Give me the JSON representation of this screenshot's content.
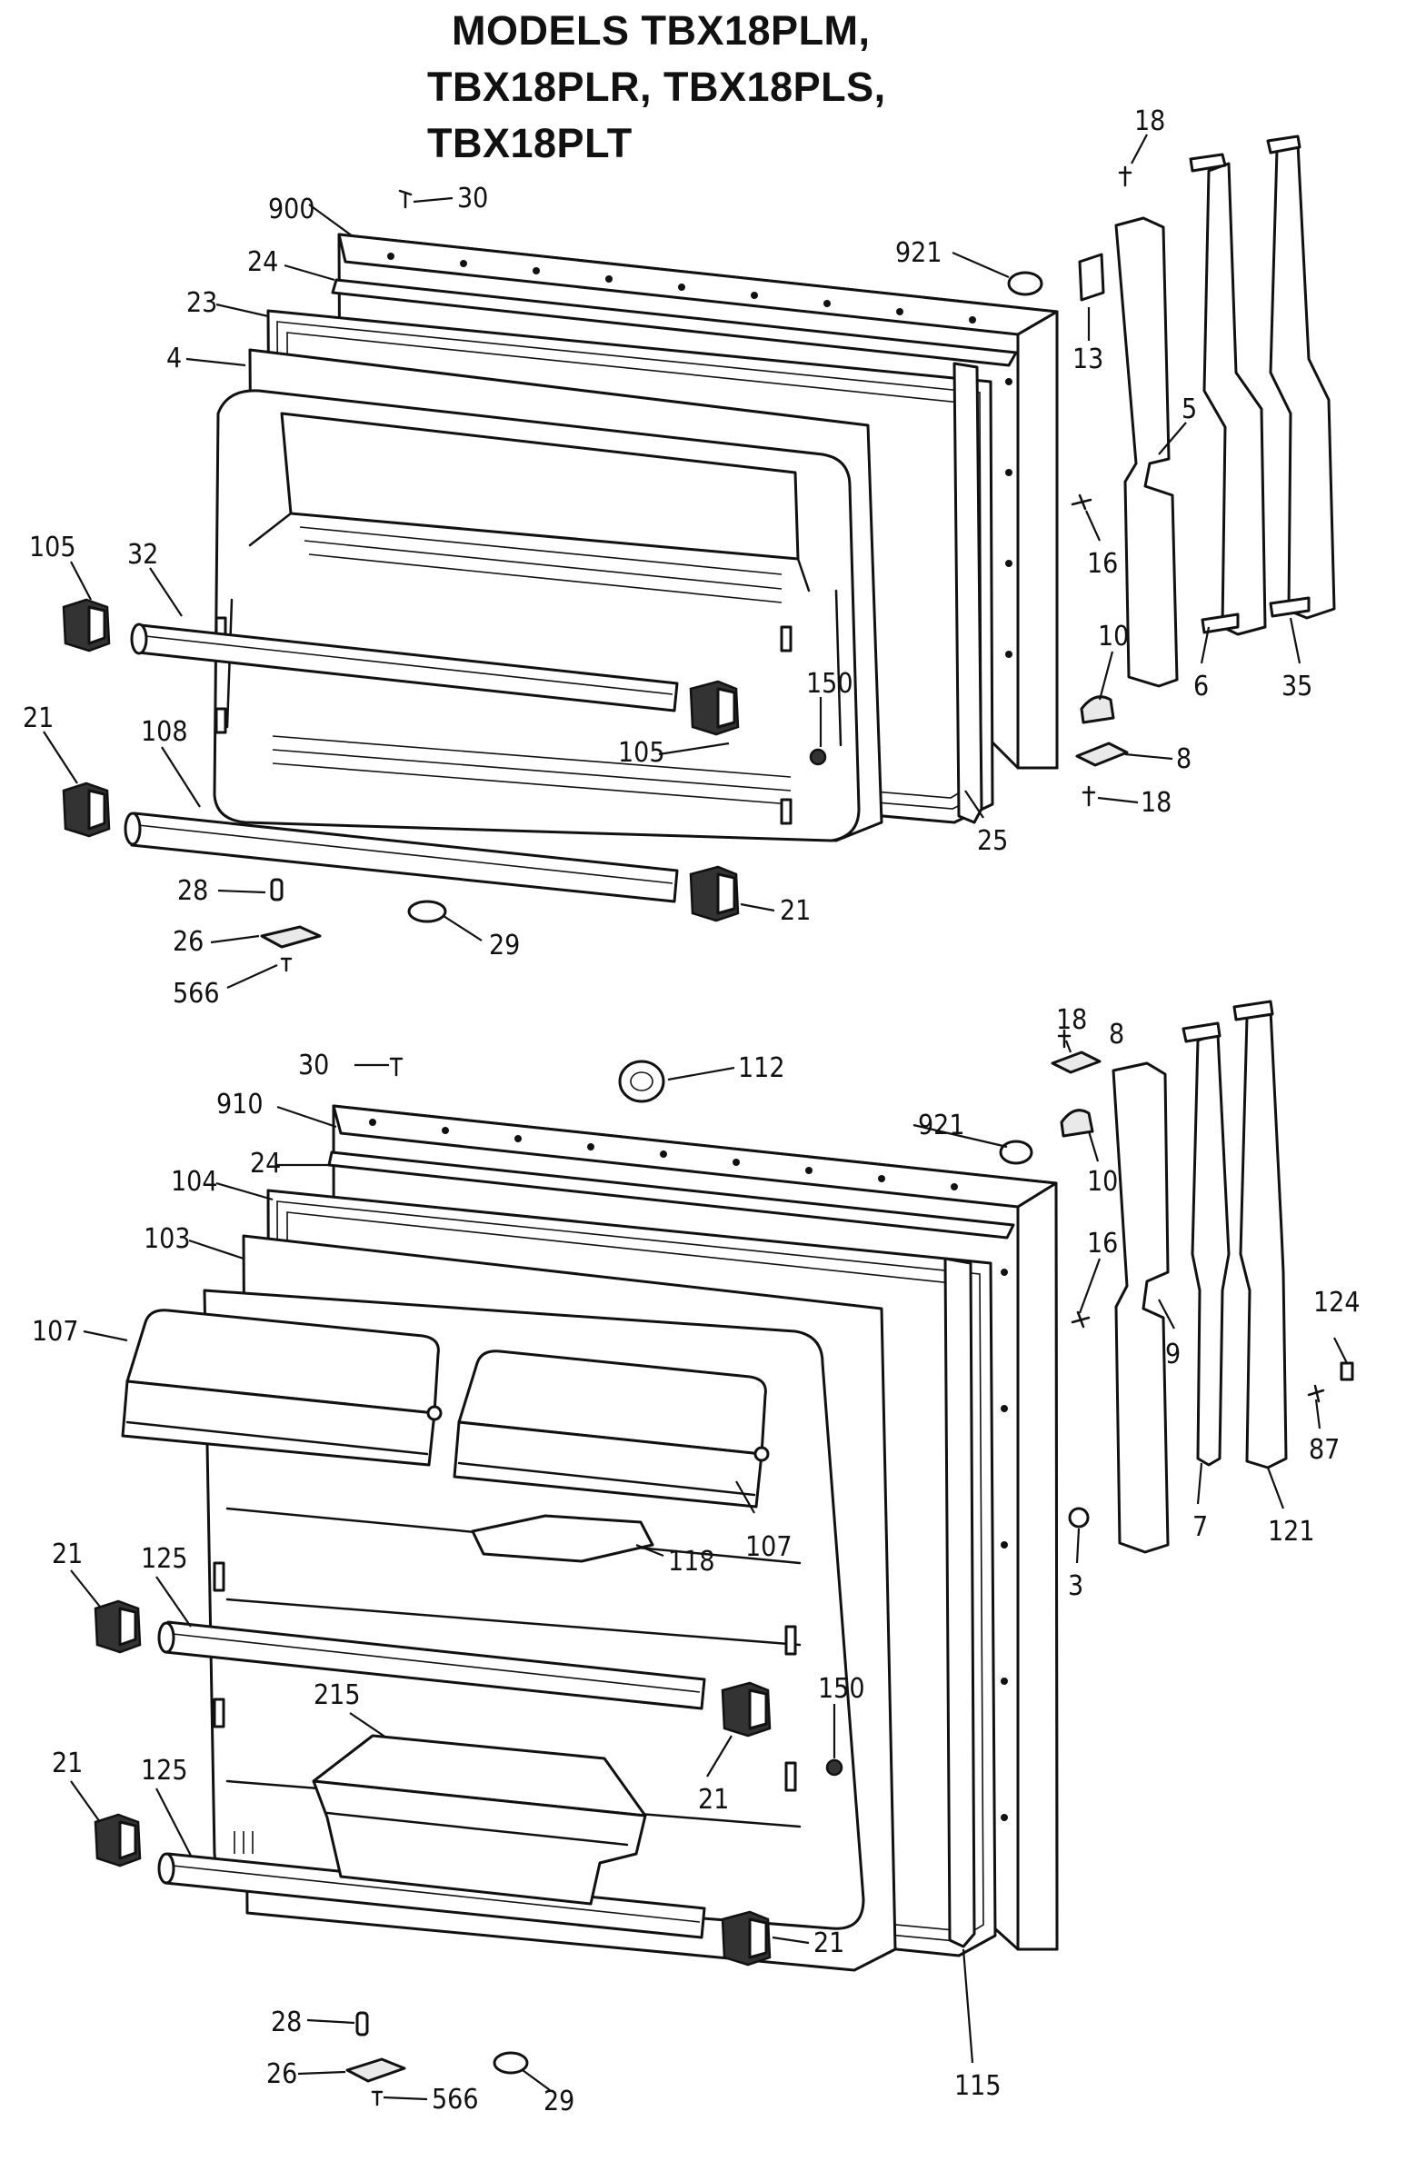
{
  "title_lines": [
    "MODELS TBX18PLM,",
    "TBX18PLR, TBX18PLS,",
    "TBX18PLT"
  ],
  "callouts": [
    "900",
    "30",
    "24",
    "23",
    "4",
    "105",
    "32",
    "21",
    "108",
    "28",
    "26",
    "566",
    "29",
    "921",
    "18",
    "13",
    "5",
    "16",
    "10",
    "6",
    "35",
    "8",
    "150",
    "25",
    "112",
    "910",
    "104",
    "103",
    "107",
    "118",
    "9",
    "7",
    "121",
    "124",
    "87",
    "3",
    "125",
    "215",
    "115"
  ]
}
